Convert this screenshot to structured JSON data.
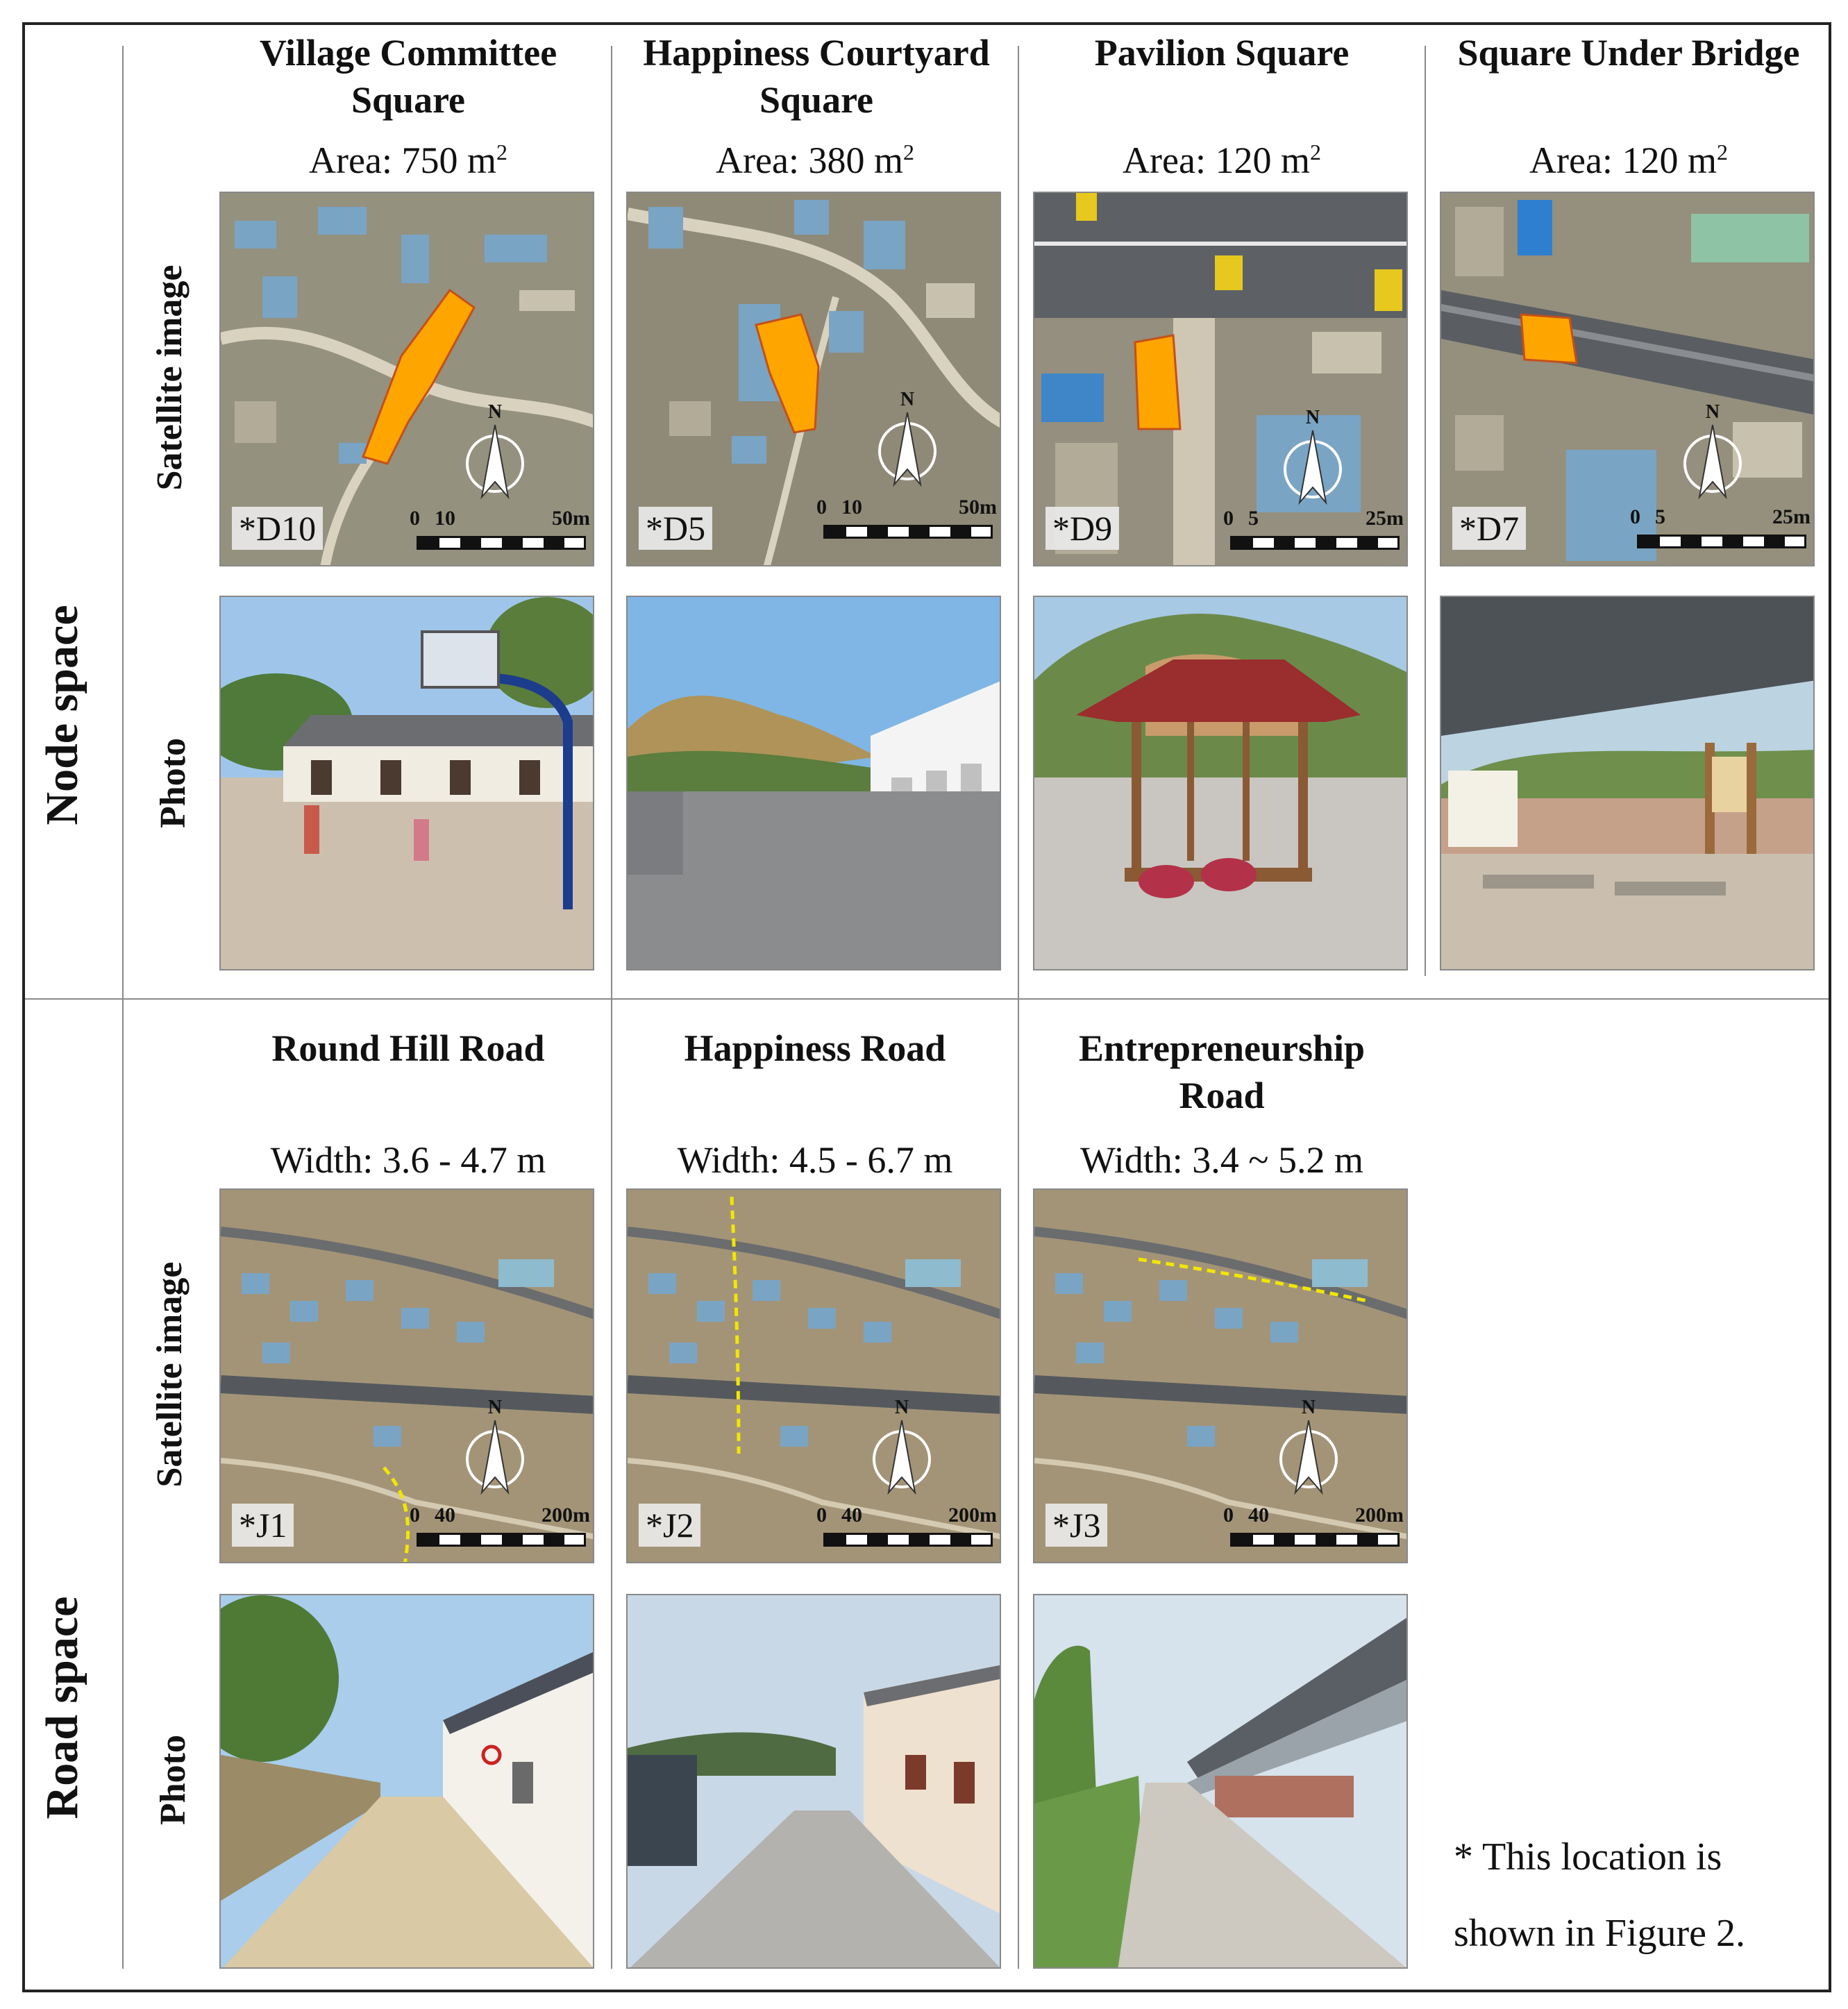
{
  "sections": {
    "node": "Node space",
    "road": "Road space"
  },
  "rows": {
    "satellite": "Satellite image",
    "photo": "Photo"
  },
  "node_columns": [
    {
      "title": "Village Committee Square",
      "measure_prefix": "Area: ",
      "measure_value": "750 m",
      "measure_sup": "2",
      "code": "*D10",
      "scale": {
        "a": "0",
        "b": "10",
        "c": "50m"
      }
    },
    {
      "title": "Happiness Courtyard Square",
      "measure_prefix": "Area: ",
      "measure_value": "380 m",
      "measure_sup": "2",
      "code": "*D5",
      "scale": {
        "a": "0",
        "b": "10",
        "c": "50m"
      }
    },
    {
      "title": "Pavilion Square",
      "measure_prefix": "Area: ",
      "measure_value": "120 m",
      "measure_sup": "2",
      "code": "*D9",
      "scale": {
        "a": "0",
        "b": "5",
        "c": "25m"
      }
    },
    {
      "title": "Square Under Bridge",
      "measure_prefix": "Area: ",
      "measure_value": "120 m",
      "measure_sup": "2",
      "code": "*D7",
      "scale": {
        "a": "0",
        "b": "5",
        "c": "25m"
      }
    }
  ],
  "road_columns": [
    {
      "title": "Round Hill Road",
      "measure_text": "Width: 3.6 - 4.7 m",
      "code": "*J1",
      "scale": {
        "a": "0",
        "b": "40",
        "c": "200m"
      }
    },
    {
      "title": "Happiness Road",
      "measure_text": "Width: 4.5 - 6.7 m",
      "code": "*J2",
      "scale": {
        "a": "0",
        "b": "40",
        "c": "200m"
      }
    },
    {
      "title": "Entrepreneurship Road",
      "measure_text": "Width: 3.4 ~ 5.2 m",
      "code": "*J3",
      "scale": {
        "a": "0",
        "b": "40",
        "c": "200m"
      }
    }
  ],
  "north_label": "N",
  "footnote": {
    "line1": "* This location is",
    "line2": "shown in Figure 2."
  },
  "colors": {
    "highlight": "#ffa500",
    "route": "#f2e600",
    "frame": "#222222",
    "divider": "#8a8a8a"
  }
}
